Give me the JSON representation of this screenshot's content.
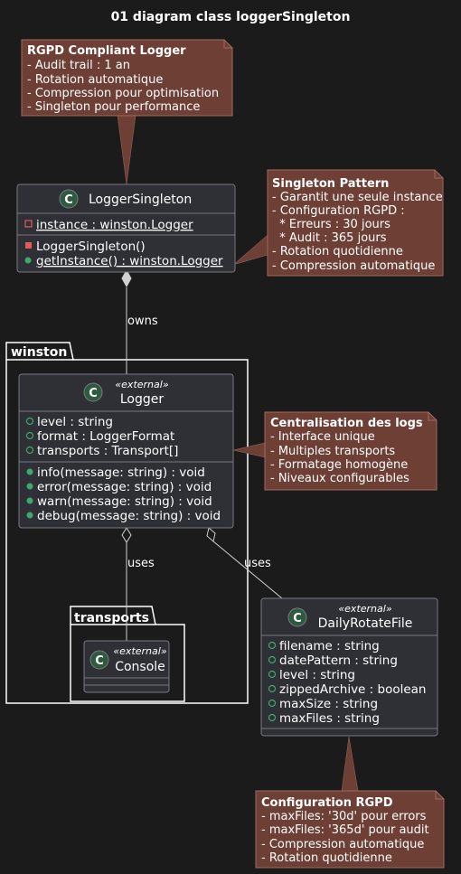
{
  "title": "01 diagram class loggerSingleton",
  "colors": {
    "background": "#1b1b1b",
    "note_fill": "#6e3f35",
    "class_fill": "#2f2f36",
    "class_border": "#7a7a80",
    "circle_fill": "#2e5b3f",
    "line": "#d0d0d0",
    "private_marker": "#e05c5c",
    "public_marker": "#3fa86a"
  },
  "notes": {
    "rgpd_logger": {
      "heading": "RGPD Compliant Logger",
      "lines": [
        "- Audit trail : 1 an",
        "- Rotation automatique",
        "- Compression pour optimisation",
        "- Singleton pour performance"
      ]
    },
    "singleton_pattern": {
      "heading": "Singleton Pattern",
      "lines": [
        "- Garantit une seule instance",
        "- Configuration RGPD :",
        "  * Erreurs : 30 jours",
        "  * Audit : 365 jours",
        "- Rotation quotidienne",
        "- Compression automatique"
      ]
    },
    "centralisation": {
      "heading": "Centralisation des logs",
      "lines": [
        "- Interface unique",
        "- Multiples transports",
        "- Formatage homogène",
        "- Niveaux configurables"
      ]
    },
    "config_rgpd": {
      "heading": "Configuration RGPD",
      "lines": [
        "- maxFiles: '30d' pour errors",
        "- maxFiles: '365d' pour audit",
        "- Compression automatique",
        "- Rotation quotidienne"
      ]
    }
  },
  "classes": {
    "logger_singleton": {
      "letter": "C",
      "name": "LoggerSingleton",
      "fields": [
        {
          "vis": "private",
          "text": "instance : winston.Logger",
          "static": true
        }
      ],
      "methods": [
        {
          "vis": "private",
          "text": "LoggerSingleton()",
          "static": false
        },
        {
          "vis": "public",
          "text": "getInstance() : winston.Logger",
          "static": true
        }
      ]
    },
    "logger": {
      "letter": "C",
      "stereotype": "«external»",
      "name": "Logger",
      "fields": [
        {
          "vis": "public",
          "text": "level : string"
        },
        {
          "vis": "public",
          "text": "format : LoggerFormat"
        },
        {
          "vis": "public",
          "text": "transports : Transport[]"
        }
      ],
      "methods": [
        {
          "vis": "public",
          "text": "info(message: string) : void"
        },
        {
          "vis": "public",
          "text": "error(message: string) : void"
        },
        {
          "vis": "public",
          "text": "warn(message: string) : void"
        },
        {
          "vis": "public",
          "text": "debug(message: string) : void"
        }
      ]
    },
    "console": {
      "letter": "C",
      "stereotype": "«external»",
      "name": "Console"
    },
    "daily_rotate_file": {
      "letter": "C",
      "stereotype": "«external»",
      "name": "DailyRotateFile",
      "fields": [
        {
          "vis": "public",
          "text": "filename : string"
        },
        {
          "vis": "public",
          "text": "datePattern : string"
        },
        {
          "vis": "public",
          "text": "level : string"
        },
        {
          "vis": "public",
          "text": "zippedArchive : boolean"
        },
        {
          "vis": "public",
          "text": "maxSize : string"
        },
        {
          "vis": "public",
          "text": "maxFiles : string"
        }
      ]
    }
  },
  "packages": {
    "winston": "winston",
    "transports": "transports"
  },
  "relations": {
    "owns": "owns",
    "uses_console": "uses",
    "uses_daily": "uses"
  }
}
